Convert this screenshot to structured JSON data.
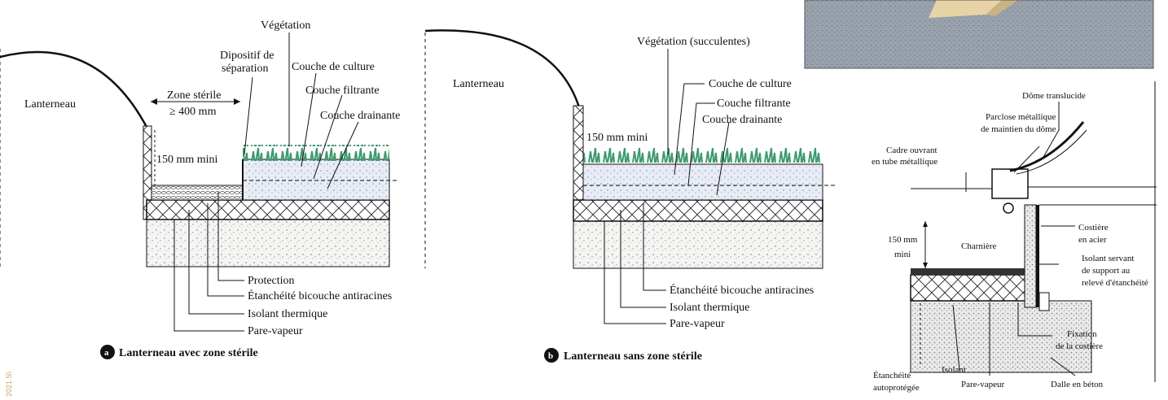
{
  "figure_a": {
    "skylight": "Lanterneau",
    "vegetation": "Végétation",
    "separation_1": "Dipositif de",
    "separation_2": "séparation",
    "culture": "Couche de culture",
    "filter": "Couche filtrante",
    "drainage": "Couche drainante",
    "sterile_1": "Zone stérile",
    "sterile_2": "≥ 400 mm",
    "height": "150 mm mini",
    "protection": "Protection",
    "waterproofing": "Étanchéité bicouche antiracines",
    "insulation": "Isolant thermique",
    "vapour_barrier": "Pare-vapeur",
    "badge": "a",
    "caption": "Lanterneau avec zone stérile"
  },
  "figure_b": {
    "skylight": "Lanterneau",
    "vegetation": "Végétation (succulentes)",
    "culture": "Couche de culture",
    "filter": "Couche filtrante",
    "drainage": "Couche drainante",
    "height": "150 mm mini",
    "waterproofing": "Étanchéité bicouche antiracines",
    "insulation": "Isolant thermique",
    "vapour_barrier": "Pare-vapeur",
    "badge": "b",
    "caption": "Lanterneau sans zone stérile"
  },
  "figure_c": {
    "dome": "Dôme translucide",
    "bead_1": "Parclose métallique",
    "bead_2": "de maintien du dôme",
    "frame_1": "Cadre ouvrant",
    "frame_2": "en tube métallique",
    "height_1": "150 mm",
    "height_2": "mini",
    "hinge": "Charnière",
    "curb_1": "Costière",
    "curb_2": "en acier",
    "insul_1": "Isolant servant",
    "insul_2": "de support au",
    "insul_3": "relevé d'étanchéité",
    "fixing_1": "Fixation",
    "fixing_2": "de la costière",
    "membrane_1": "Étanchéité",
    "membrane_2": "autoprotégée",
    "insulant": "Isolant",
    "vapour": "Pare-vapeur",
    "slab": "Dalle en béton"
  },
  "watermark": "2021 S\\"
}
